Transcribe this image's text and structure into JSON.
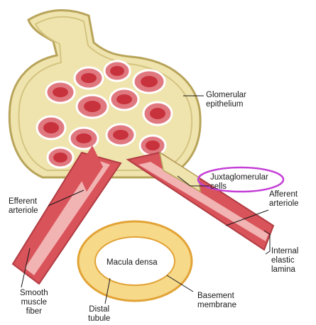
{
  "labels": {
    "glomerular_epithelium": "Glomerular\nepithelium",
    "juxtaglomerular_cells": "Juxtaglomerular\ncells",
    "afferent_arteriole": "Afferent\narteriole",
    "efferent_arteriole": "Efferent\narteriole",
    "macula_densa": "Macula densa",
    "internal_elastic_lamina": "Internal\nelastic\nlamina",
    "basement_membrane": "Basement\nmembrane",
    "smooth_muscle_fiber": "Smooth\nmuscle\nfiber",
    "distal_tubule": "Distal\ntubule"
  },
  "colors": {
    "capsule_fill": "#efe4ad",
    "capsule_outline": "#b8a45a",
    "vessel_wall": "#d9535a",
    "vessel_lumen": "#f2b3b3",
    "capillary_fill": "#d8414b",
    "tubule_fill": "#f7d98a",
    "tubule_outline": "#e2a336",
    "highlight_ellipse": "#c43fd6"
  }
}
